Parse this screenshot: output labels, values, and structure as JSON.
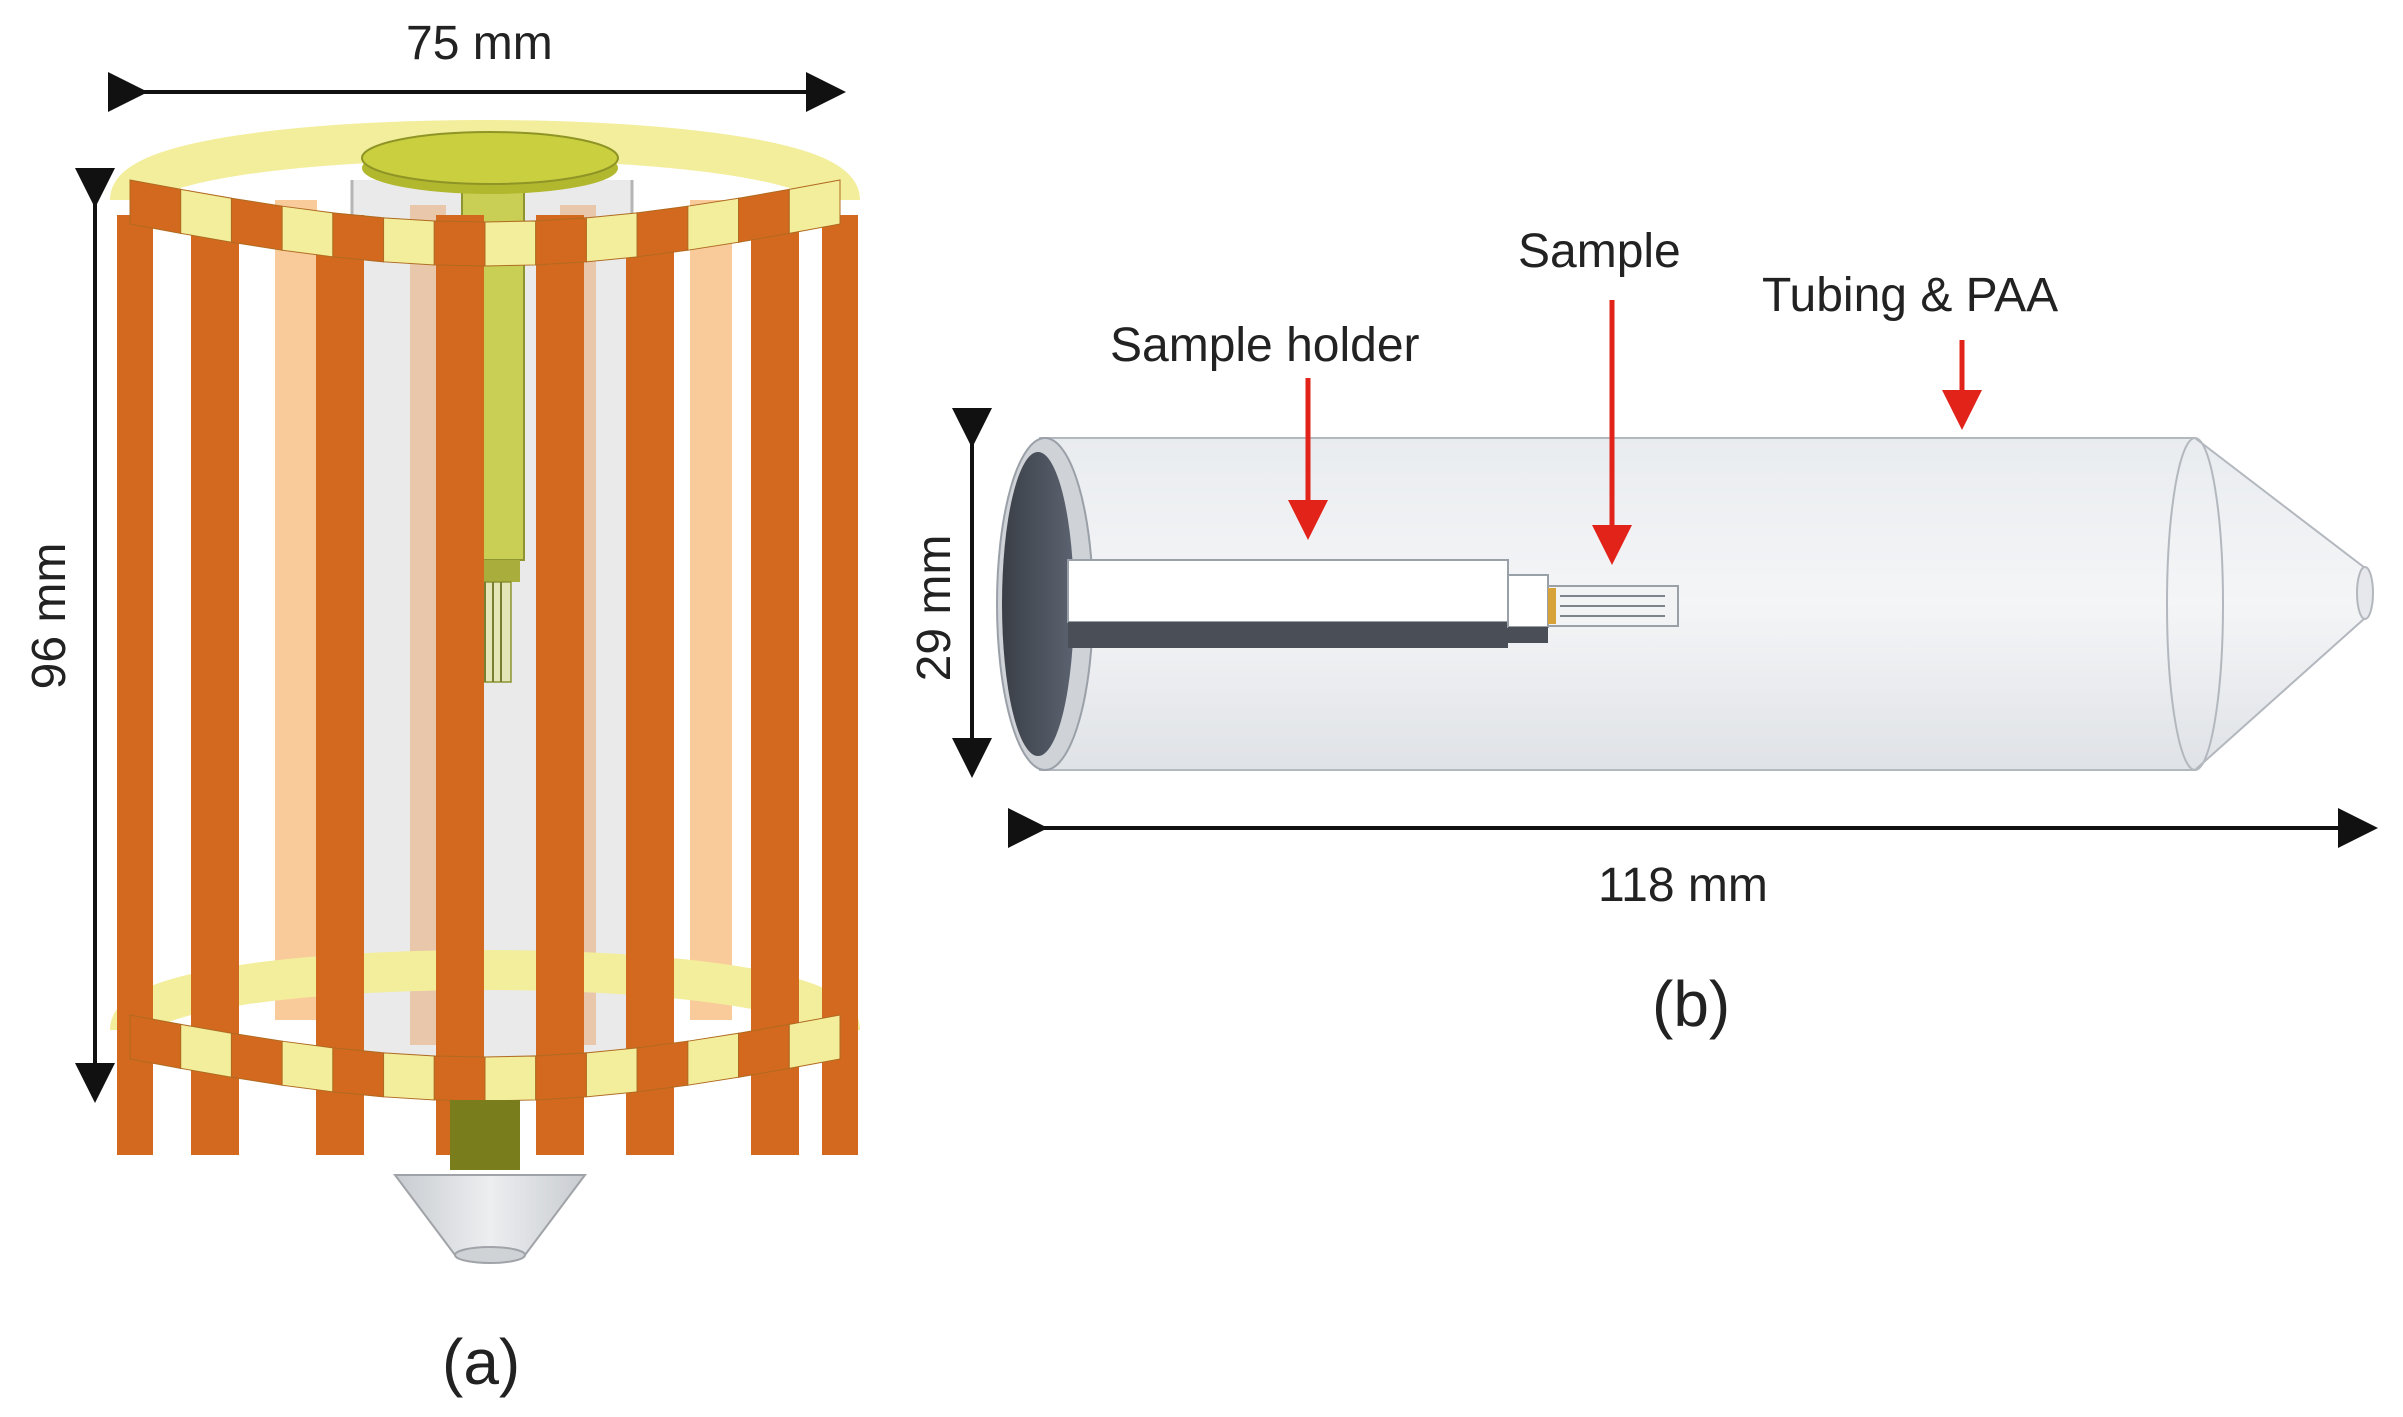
{
  "panel_a": {
    "caption": "(a)",
    "width_label": "75 mm",
    "height_label": "96 mm"
  },
  "panel_b": {
    "caption": "(b)",
    "length_label": "118 mm",
    "diameter_label": "29 mm",
    "annotations": {
      "sample_holder": "Sample holder",
      "sample": "Sample",
      "tubing": "Tubing & PAA"
    }
  },
  "colors": {
    "copper": "#d2691e",
    "yellow_band": "#f3ee9c",
    "inner_tube": "#d9d9d9",
    "arrow_red": "#e2231a"
  }
}
